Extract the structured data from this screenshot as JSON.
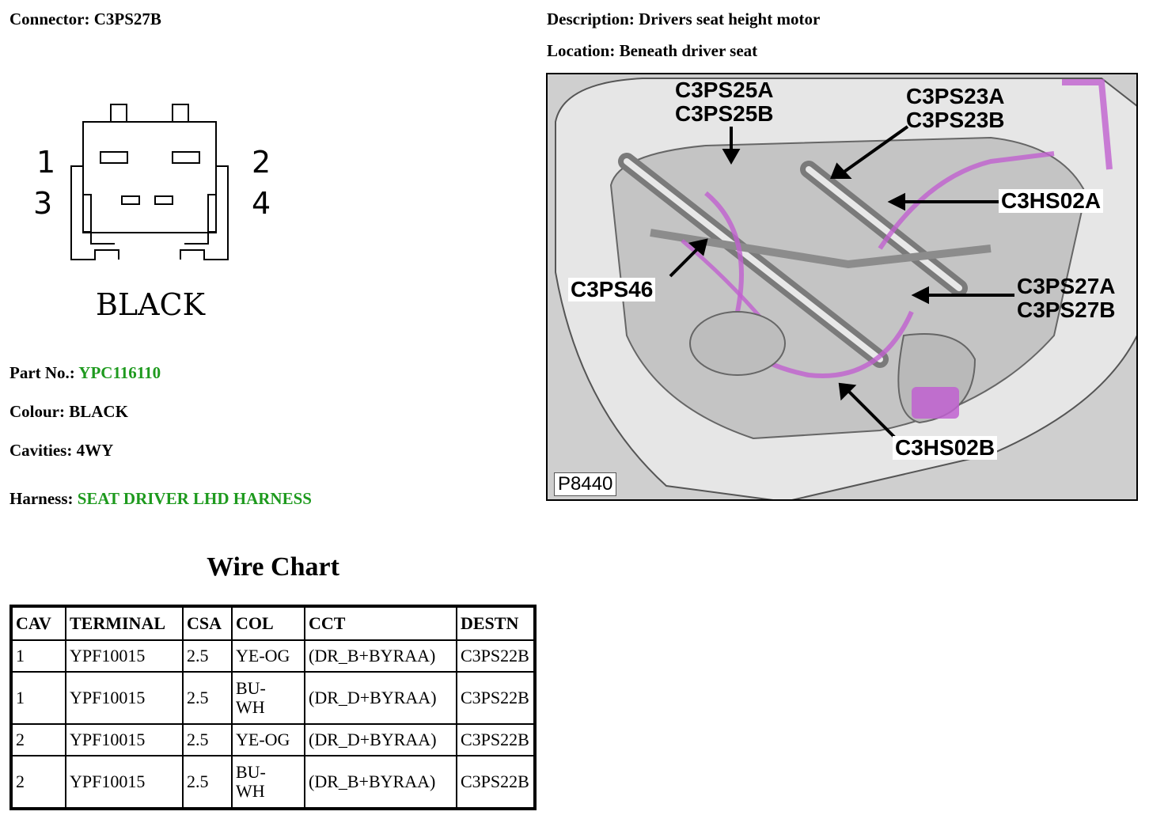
{
  "connector": {
    "label": "Connector:",
    "value": "C3PS27B"
  },
  "description": {
    "label": "Description:",
    "value": "Drivers seat height motor"
  },
  "location": {
    "label": "Location:",
    "value": "Beneath driver seat"
  },
  "connector_face": {
    "pins": [
      "1",
      "2",
      "3",
      "4"
    ],
    "colour_caption": "BLACK"
  },
  "part_no": {
    "label": "Part No.:",
    "value": "YPC116110"
  },
  "colour": {
    "label": "Colour:",
    "value": "BLACK"
  },
  "cavities": {
    "label": "Cavities:",
    "value": "4WY"
  },
  "harness": {
    "label": "Harness:",
    "value": "SEAT DRIVER LHD HARNESS"
  },
  "colors": {
    "link_green": "#1e9a1e",
    "harness_purple": "#c060d0"
  },
  "wire_chart": {
    "title": "Wire Chart",
    "headers": [
      "CAV",
      "TERMINAL",
      "CSA",
      "COL",
      "CCT",
      "DESTN"
    ],
    "rows": [
      [
        "1",
        "YPF10015",
        "2.5",
        "YE-OG",
        "(DR_B+BYRAA)",
        "C3PS22B"
      ],
      [
        "1",
        "YPF10015",
        "2.5",
        "BU-\nWH",
        "(DR_D+BYRAA)",
        "C3PS22B"
      ],
      [
        "2",
        "YPF10015",
        "2.5",
        "YE-OG",
        "(DR_D+BYRAA)",
        "C3PS22B"
      ],
      [
        "2",
        "YPF10015",
        "2.5",
        "BU-\nWH",
        "(DR_B+BYRAA)",
        "C3PS22B"
      ]
    ]
  },
  "locator_image": {
    "callouts": {
      "c3ps25": "C3PS25A\nC3PS25B",
      "c3ps23": "C3PS23A\nC3PS23B",
      "c3hs02a": "C3HS02A",
      "c3ps46": "C3PS46",
      "c3ps27": "C3PS27A\nC3PS27B",
      "c3hs02b": "C3HS02B"
    },
    "figure_id": "P8440"
  }
}
